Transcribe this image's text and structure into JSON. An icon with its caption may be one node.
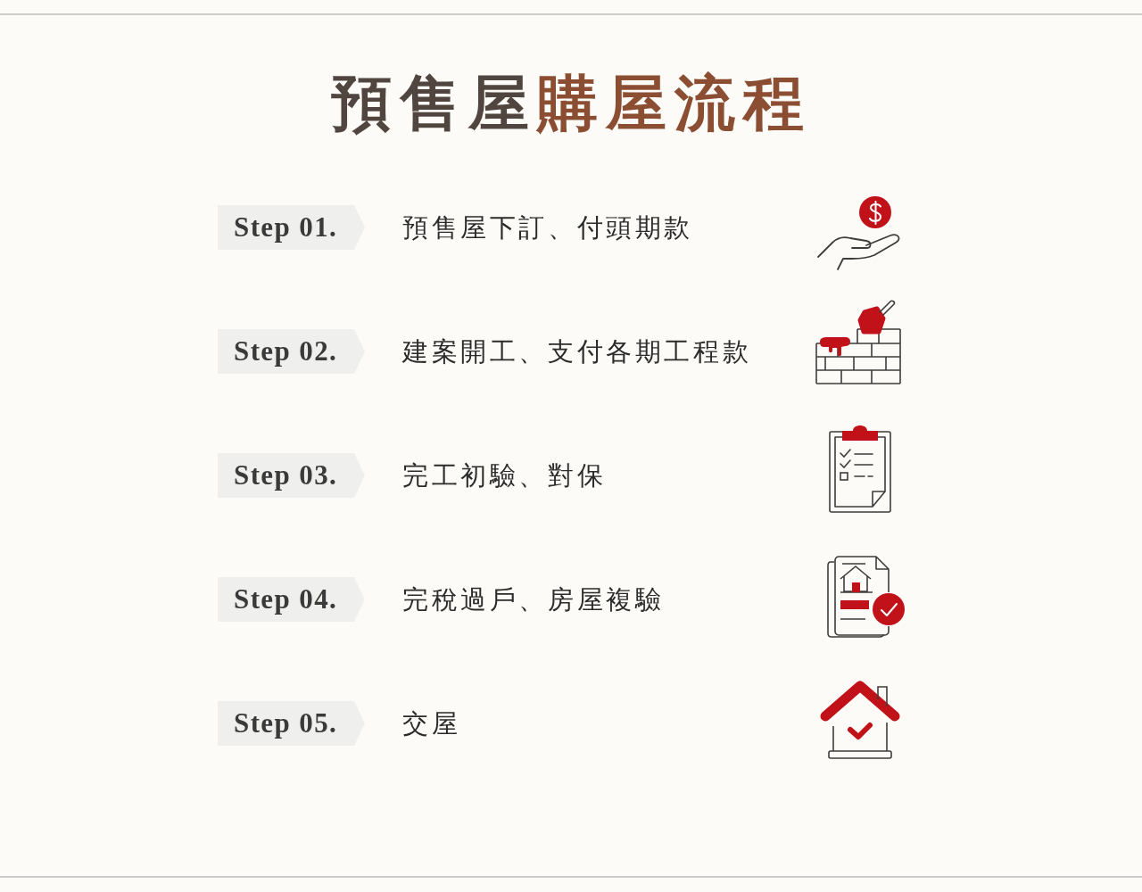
{
  "diagram": {
    "title": "預售屋購屋流程",
    "nodes": [
      {
        "text": [
          "Step 01."
        ],
        "beside": [
          "預售屋下訂、付頭期款"
        ]
      },
      {
        "text": [
          "Step 02."
        ],
        "beside": [
          "建案開工、支付各期工程款"
        ]
      },
      {
        "text": [
          "Step 03."
        ],
        "beside": [
          "完工初驗、對保"
        ]
      },
      {
        "text": [
          "Step 04."
        ],
        "beside": [
          "完稅過戶、房屋複驗"
        ]
      },
      {
        "text": [
          "Step 05."
        ],
        "beside": [
          "交屋"
        ]
      }
    ],
    "edges": []
  }
}
